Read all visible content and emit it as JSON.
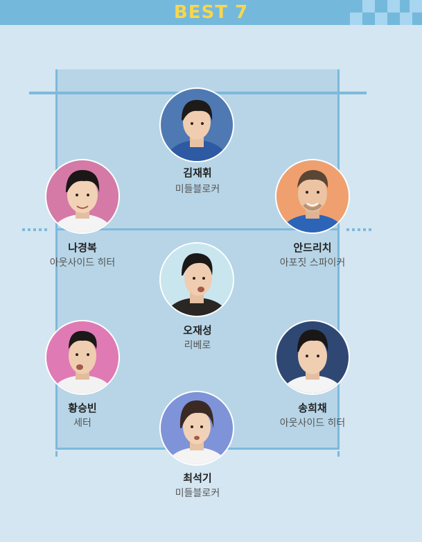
{
  "header": {
    "title": "BEST 7",
    "bar_color": "#74b9dc",
    "title_color": "#f7d64f"
  },
  "colors": {
    "background": "#d4e6f1",
    "court": "#b7d5e7",
    "lines": "#7db9dc"
  },
  "players": [
    {
      "id": "kim-jae-hwi",
      "name": "김재휘",
      "position": "미들블로커",
      "icon": "person-photo",
      "photo_bg": "#4f79b3"
    },
    {
      "id": "na-gyeong-bok",
      "name": "나경복",
      "position": "아웃사이드 히터",
      "icon": "person-photo",
      "photo_bg": "#d57aa6"
    },
    {
      "id": "andrich",
      "name": "안드리치",
      "position": "아포짓 스파이커",
      "icon": "person-photo",
      "photo_bg": "#f0a06e"
    },
    {
      "id": "oh-jae-seong",
      "name": "오재성",
      "position": "리베로",
      "icon": "person-photo",
      "photo_bg": "#c9e6ef"
    },
    {
      "id": "hwang-seung-bin",
      "name": "황승빈",
      "position": "세터",
      "icon": "person-photo",
      "photo_bg": "#e07ab4"
    },
    {
      "id": "song-hui-chae",
      "name": "송희채",
      "position": "아웃사이드 히터",
      "icon": "person-photo",
      "photo_bg": "#2f4873"
    },
    {
      "id": "choi-seok-gi",
      "name": "최석기",
      "position": "미들블로커",
      "icon": "person-photo",
      "photo_bg": "#7f93d8"
    }
  ]
}
